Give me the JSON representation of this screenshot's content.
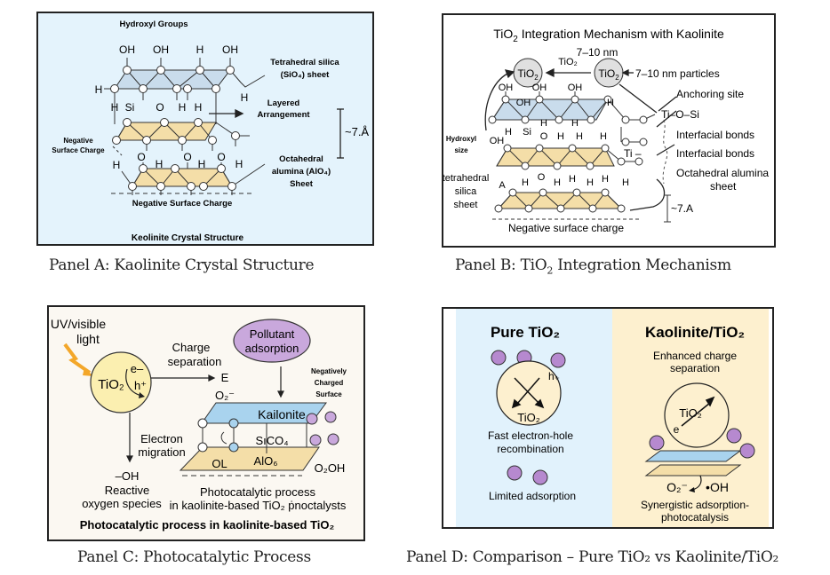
{
  "colors": {
    "panel_a_bg": "#e4f3fc",
    "panel_b_bg": "#ffffff",
    "panel_c_bg": "#fbf8f2",
    "panel_d_left_bg": "#e1f2fc",
    "panel_d_right_bg": "#fdf0cf",
    "silica_sheet": "#c9dcec",
    "alumina_sheet": "#f4dea8",
    "tio2_particle_b": "#e0e0e0",
    "tio2_particle_c": "#fbefb0",
    "pollutant": "#b689cf",
    "lightning": "#f3a72a",
    "kaolinite_plate": "#a9d3ee"
  },
  "panel_a": {
    "top_label": "Hydroxyl Groups",
    "hydroxyls_top": [
      "OH",
      "OH",
      "H",
      "OH"
    ],
    "atom_labels": {
      "h_left": "H",
      "h_si": "H",
      "si": "Si",
      "o": "O",
      "h1": "H",
      "h2": "H",
      "h_right": "H"
    },
    "mid_labels": [
      "O",
      "H",
      "O",
      "H",
      "O",
      "H"
    ],
    "h_lower_left": "H",
    "tetrahedral_label": [
      "Tetrahedral silica",
      "(SiO₄) sheet"
    ],
    "layered_label": [
      "Layered",
      "Arrangement"
    ],
    "spacing": "~7.Å",
    "negative_left": [
      "Negative",
      "Surface Charge"
    ],
    "octahedral_label": [
      "Octahedral",
      "alumina (AlO₄)",
      "Sheet"
    ],
    "bottom_label": "Negative Surface Charge",
    "footer": "Keolinite Crystal Structure",
    "caption": "Panel A: Kaolinite Crystal Structure"
  },
  "panel_b": {
    "title_pre": "TiO",
    "title_sub": "2",
    "title_post": " Integration Mechanism with Kaolinite",
    "size_top": "7–10 nm",
    "particle_label": "TiO",
    "particle_sub": "2",
    "arrow_label": "TiO₂",
    "particles_label": "7–10 nm particles",
    "anchoring": "Anchoring site",
    "tiosi": "Ti–O–Si",
    "interfacial_1": "Interfacial bonds",
    "ti_label": "Ti –",
    "interfacial_2": "Interfacial bonds",
    "octahedral": [
      "Octahedral alumina",
      "sheet"
    ],
    "hydroxyl_size": [
      "Hydroxyl",
      "size"
    ],
    "tetrahedral": [
      "tetrahedral",
      "silica",
      "sheet"
    ],
    "top_oh": [
      "OH",
      "OH",
      "OH",
      "OH",
      "H"
    ],
    "row2": [
      "H",
      "H"
    ],
    "row3": [
      "OH",
      "H",
      "Si",
      "O",
      "H",
      "H",
      "H"
    ],
    "row4": [
      "A",
      "H",
      "O",
      "H",
      "H",
      "H",
      "H",
      "H"
    ],
    "spacing": "~7.A",
    "negative": "Negative surface charge",
    "caption_pre": "Panel B: TiO",
    "caption_sub": "2",
    "caption_post": " Integration Mechanism"
  },
  "panel_c": {
    "light": [
      "UV/visible",
      "light"
    ],
    "tio2": "TiO₂",
    "electron": "e–",
    "hole": "h⁺",
    "charge_sep": [
      "Charge",
      "separation"
    ],
    "e_label": "E",
    "o2_label": "O₂⁻",
    "pollutant": [
      "Pollutant",
      "adsorption"
    ],
    "neg_surface": [
      "Negatively",
      "Charged",
      "Surface"
    ],
    "kaolinite": "Kailonite",
    "electron_migration": [
      "Electron",
      "migration"
    ],
    "sico4": "SıCO₄",
    "alo6": "AlO₆",
    "ol": "OL",
    "o2oh": "O₂OH",
    "oh": "–OH",
    "ros": [
      "Reactive",
      "oxygen species"
    ],
    "process_sub": [
      "Photocatalytic process",
      "in kaolinite-based TiO₂ ṗnoctalysts"
    ],
    "footer": "Photocatalytic process in kaolinite-based TiO₂",
    "caption": "Panel C: Photocatalytic Process"
  },
  "panel_d": {
    "left_title": "Pure TiO₂",
    "h_plus": "h₊",
    "tio2": "TiO₂",
    "fast_recomb": [
      "Fast electron-hole",
      "recombination"
    ],
    "limited": "Limited adsorption",
    "right_title": "Kaolinite/TiO₂",
    "enhanced": [
      "Enhanced charge",
      "separation"
    ],
    "e_label": "e",
    "o2": "O₂⁻",
    "oh": "•OH",
    "synergistic": [
      "Synergistic adsorption-",
      "photocatalysis"
    ],
    "caption": "Panel D: Comparison – Pure TiO₂ vs Kaolinite/TiO₂"
  }
}
